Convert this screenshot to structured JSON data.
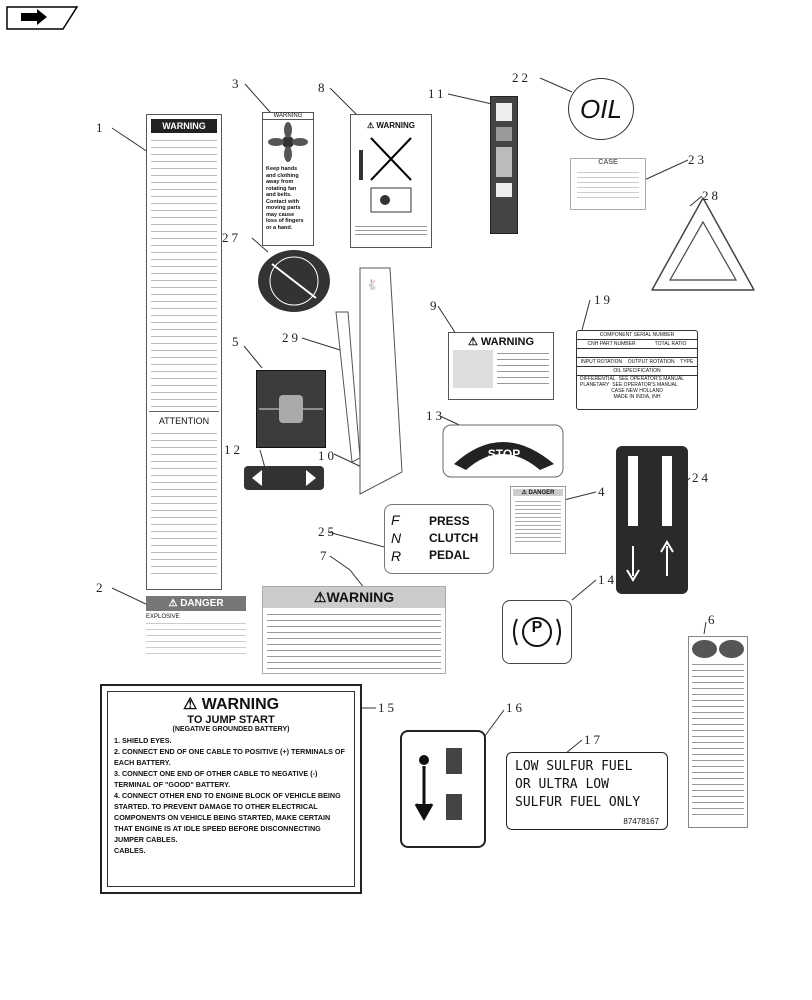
{
  "nav": {
    "icon": "arrow-right-icon"
  },
  "callouts": [
    "1",
    "2",
    "3",
    "4",
    "5",
    "6",
    "7",
    "8",
    "9",
    "10",
    "11",
    "12",
    "13",
    "14",
    "15",
    "16",
    "17",
    "19",
    "22",
    "23",
    "24",
    "25",
    "27",
    "28",
    "29"
  ],
  "decals": {
    "d1": {
      "header": "WARNING",
      "attention": "ATTENTION"
    },
    "d2": {
      "header": "DANGER",
      "label": "EXPLOSIVE"
    },
    "d3": {
      "header": "WARNING",
      "lines": [
        "Keep hands",
        "and clothing",
        "away from",
        "rotating fan",
        "and belts.",
        "Contact with",
        "moving parts",
        "may cause",
        "loss of fingers",
        "or a hand."
      ]
    },
    "d7": {
      "header": "WARNING"
    },
    "d8": {
      "header": "WARNING"
    },
    "d9": {
      "header": "WARNING"
    },
    "d4": {
      "header": "DANGER"
    },
    "d13": {
      "text": "STOP"
    },
    "d14": {
      "text": "P"
    },
    "d15": {
      "header": "WARNING",
      "title": "TO JUMP START",
      "subtitle": "(NEGATIVE GROUNDED BATTERY)",
      "steps": [
        "1. SHIELD EYES.",
        "2. CONNECT END OF ONE CABLE TO POSITIVE (+) TERMINALS OF EACH BATTERY.",
        "3. CONNECT ONE END OF OTHER CABLE TO NEGATIVE (-) TERMINAL OF \"GOOD\" BATTERY.",
        "4. CONNECT OTHER END TO ENGINE BLOCK OF VEHICLE BEING STARTED. TO PREVENT DAMAGE TO OTHER ELECTRICAL COMPONENTS ON VEHICLE BEING STARTED, MAKE CERTAIN THAT ENGINE IS AT IDLE SPEED BEFORE DISCONNECTING JUMPER CABLES.",
        "CABLES."
      ]
    },
    "d17": {
      "lines": [
        "LOW SULFUR FUEL",
        "OR ULTRA LOW",
        "SULFUR FUEL ONLY"
      ],
      "part_no": "87478167"
    },
    "d19": {
      "title": "COMPONENT SERIAL NUMBER",
      "row1": [
        "CNH PART NUMBER",
        "TOTAL RATIO"
      ],
      "row2": [
        "INPUT ROTATION",
        "OUTPUT ROTATION",
        "TYPE"
      ],
      "row3": "OIL SPECIFICATION",
      "row4": [
        "DIFFERENTIAL",
        "SEE OPERATOR'S MANUAL"
      ],
      "row5": [
        "PLANETARY",
        "SEE OPERATOR'S MANUAL"
      ],
      "footer": [
        "CASE NEW HOLLAND",
        "MADE IN INDIA, INH"
      ]
    },
    "d22": {
      "text": "OIL"
    },
    "d25": {
      "letters": [
        "F",
        "N",
        "R"
      ],
      "lines": [
        "PRESS",
        "CLUTCH",
        "PEDAL"
      ]
    },
    "d23": {
      "brand": "CASE"
    }
  }
}
